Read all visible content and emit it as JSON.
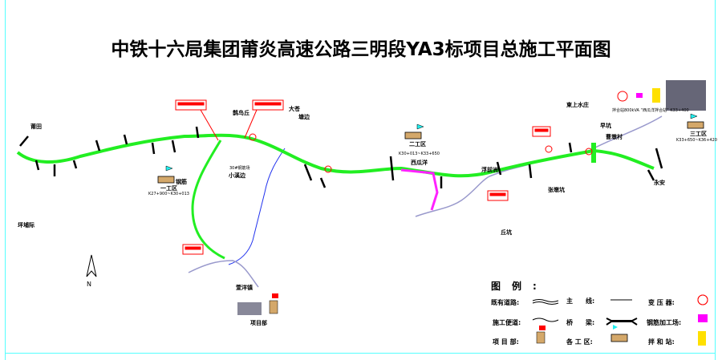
{
  "title": "中铁十六局集团莆炎高速公路三明段YA3标项目总施工平面图",
  "places": {
    "putian": "莆田",
    "pingpuji": "坪埔际",
    "quehuaqiu": "鹊鸟丘",
    "dacang": "大苍",
    "tangbian": "塘边",
    "xiaoxi_note": "30#钢筋场",
    "xiaoxibian": "小溪边",
    "xiguayang": "西瓜洋",
    "fuqianzhou": "浮前洲",
    "zhangdunkeng": "张墩坑",
    "qiukeng": "丘坑",
    "dongshang": "東上水庄",
    "zaokeng": "早坑",
    "caodun": "曹墩村",
    "yongan": "永安",
    "xuanyang": "萱洋镇",
    "xiangmubu": "项目部",
    "transformer_note": "拌合站800kVA “西瓜洋拌合站” K33+400"
  },
  "work_areas": [
    {
      "name": "一工区",
      "range": "K27+900~K30+013",
      "extra": "钢筋"
    },
    {
      "name": "二工区",
      "range": "K30+013~K33+650"
    },
    {
      "name": "三工区",
      "range": "K33+650~K36+420"
    }
  ],
  "legend": {
    "title": "图例:",
    "items": [
      {
        "label": "既有道路:",
        "icon": "existing-road"
      },
      {
        "label": "主　　线:",
        "icon": "main-line"
      },
      {
        "label": "变 压 器:",
        "icon": "transformer"
      },
      {
        "label": "施工便道:",
        "icon": "construction-road"
      },
      {
        "label": "桥　　梁:",
        "icon": "bridge"
      },
      {
        "label": "钢筋加工场:",
        "icon": "rebar-yard"
      },
      {
        "label": "项 目 部:",
        "icon": "project-dept"
      },
      {
        "label": "各 工 区:",
        "icon": "work-area"
      },
      {
        "label": "拌 和 站:",
        "icon": "mixing-station"
      }
    ]
  },
  "north": "N",
  "colors": {
    "main": "#22ee22",
    "river": "#2233ee",
    "road": "#8888cc",
    "accent": "#ff0000",
    "access": "#ff22ff",
    "flag": "#22eeee"
  }
}
